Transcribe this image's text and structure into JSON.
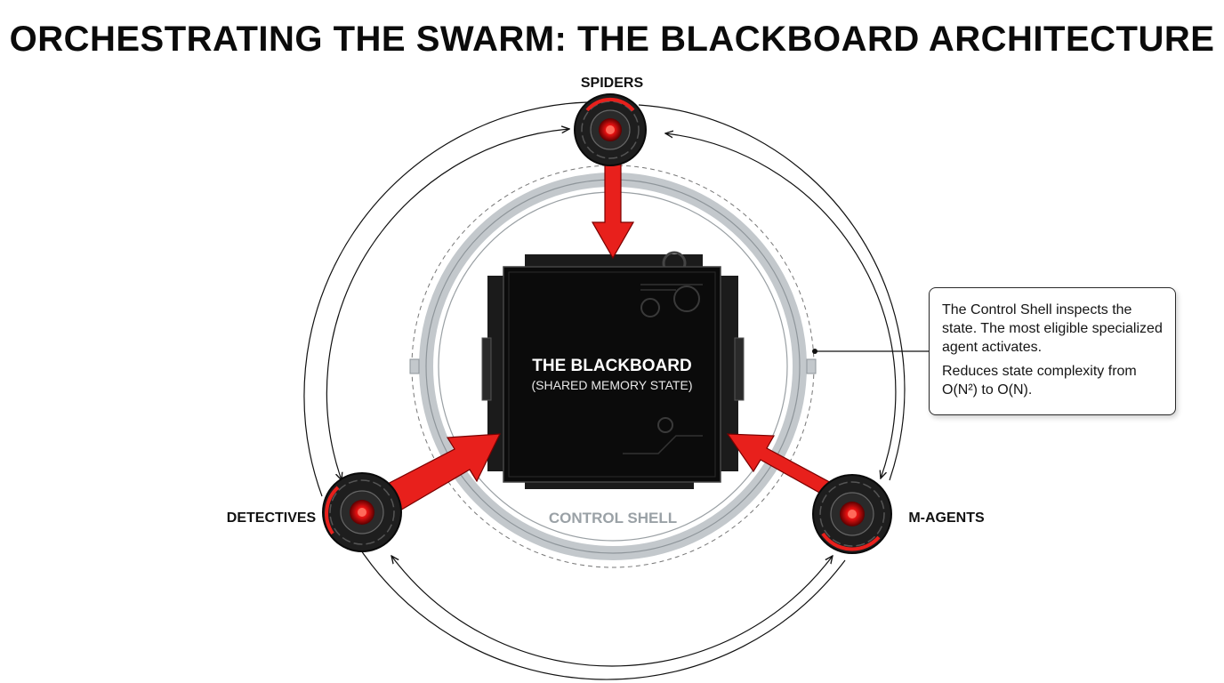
{
  "title": "ORCHESTRATING THE SWARM: THE BLACKBOARD ARCHITECTURE",
  "nodes": {
    "spiders": "SPIDERS",
    "detectives": "DETECTIVES",
    "m_agents": "M-AGENTS"
  },
  "blackboard": {
    "title": "THE BLACKBOARD",
    "subtitle": "(SHARED MEMORY STATE)"
  },
  "control_shell": "CONTROL SHELL",
  "callout": {
    "line1": "The Control Shell inspects the state. The most eligible specialized agent activates.",
    "line2": "Reduces state complexity from O(N²) to O(N)."
  },
  "colors": {
    "accent_red": "#e8201c",
    "node_dark": "#1a1a1a",
    "shell_gray": "#b6bcc0",
    "blackboard": "#0b0b0b"
  }
}
